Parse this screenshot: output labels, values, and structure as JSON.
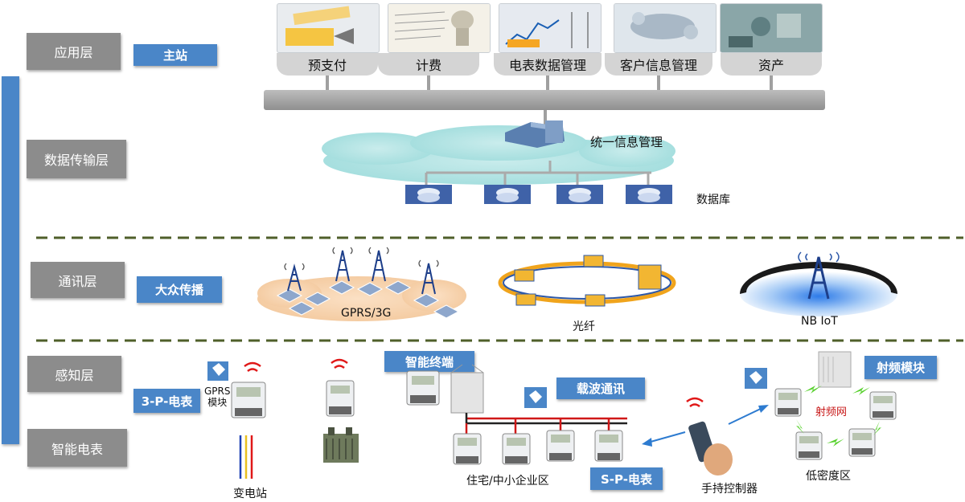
{
  "layers": {
    "application": "应用层",
    "data_transfer": "数据传输层",
    "communication": "通讯层",
    "sensing": "感知层",
    "smart_meter": "智能电表"
  },
  "tags": {
    "master_station": "主站",
    "public_broadcast": "大众传播",
    "three_phase_meter": "3-P-电表",
    "smart_terminal": "智能终端",
    "carrier_comm": "载波通讯",
    "single_phase_meter": "S-P-电表",
    "rf_module": "射频模块"
  },
  "apps": [
    "预支付",
    "计费",
    "电表数据管理",
    "客户信息管理",
    "资产"
  ],
  "data_layer": {
    "unified_info": "统一信息管理",
    "database": "数据库"
  },
  "comm_layer": {
    "gprs": "GPRS/3G",
    "fiber": "光纤",
    "nbiot": "NB IoT"
  },
  "sensing_layer": {
    "gprs_module": "GPRS\n模块",
    "substation": "变电站",
    "residential": "住宅/中小企业区",
    "handheld": "手持控制器",
    "rf_network": "射频网",
    "low_density": "低密度区"
  },
  "colors": {
    "layer_gray": "#8c8c8c",
    "tag_blue": "#4a86c8",
    "dash_green": "#4f5f2a",
    "signal_red": "#e01818",
    "rf_green": "#55d02a"
  }
}
